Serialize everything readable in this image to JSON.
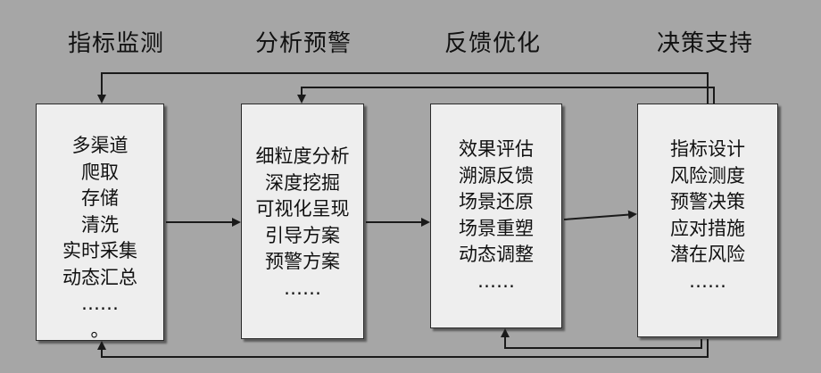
{
  "stages": [
    {
      "title": "指标监测",
      "items": [
        "多渠道",
        "爬取",
        "存储",
        "清洗",
        "实时采集",
        "动态汇总",
        "……",
        "。"
      ]
    },
    {
      "title": "分析预警",
      "items": [
        "细粒度分析",
        "深度挖掘",
        "可视化呈现",
        "引导方案",
        "预警方案",
        "……"
      ]
    },
    {
      "title": "反馈优化",
      "items": [
        "效果评估",
        "溯源反馈",
        "场景还原",
        "场景重塑",
        "动态调整",
        "……"
      ]
    },
    {
      "title": "决策支持",
      "items": [
        "指标设计",
        "风险测度",
        "预警决策",
        "应对措施",
        "潜在风险",
        "……"
      ]
    }
  ],
  "colors": {
    "background": "#a6a6a6",
    "box_fill": "#eeeeee",
    "line": "#1a1a1a"
  }
}
